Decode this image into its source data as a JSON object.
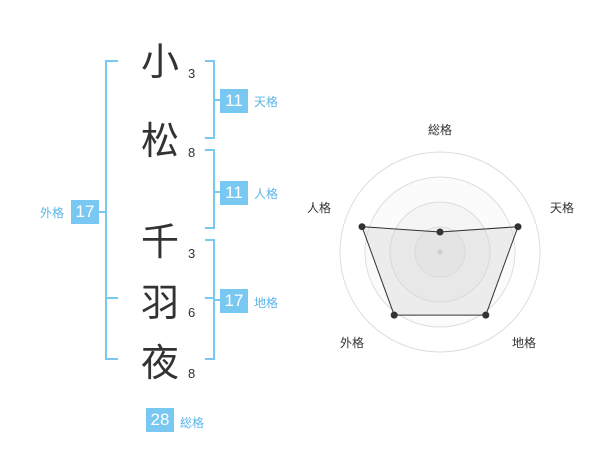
{
  "characters": [
    {
      "char": "小",
      "strokes": "3"
    },
    {
      "char": "松",
      "strokes": "8"
    },
    {
      "char": "千",
      "strokes": "3"
    },
    {
      "char": "羽",
      "strokes": "6"
    },
    {
      "char": "夜",
      "strokes": "8"
    }
  ],
  "kaku": {
    "ten": {
      "value": "11",
      "label": "天格"
    },
    "jin": {
      "value": "11",
      "label": "人格"
    },
    "chi": {
      "value": "17",
      "label": "地格"
    },
    "gai": {
      "value": "17",
      "label": "外格"
    },
    "sou": {
      "value": "28",
      "label": "総格"
    }
  },
  "colors": {
    "accent": "#79c8f2",
    "bracket": "#79c8f2",
    "text": "#333333",
    "label": "#5ab4ea"
  },
  "chart_data": {
    "type": "radar",
    "axes": [
      "総格",
      "天格",
      "地格",
      "外格",
      "人格"
    ],
    "values": [
      0.2,
      0.82,
      0.78,
      0.78,
      0.82
    ],
    "range": [
      0,
      1
    ],
    "rings": 4
  }
}
